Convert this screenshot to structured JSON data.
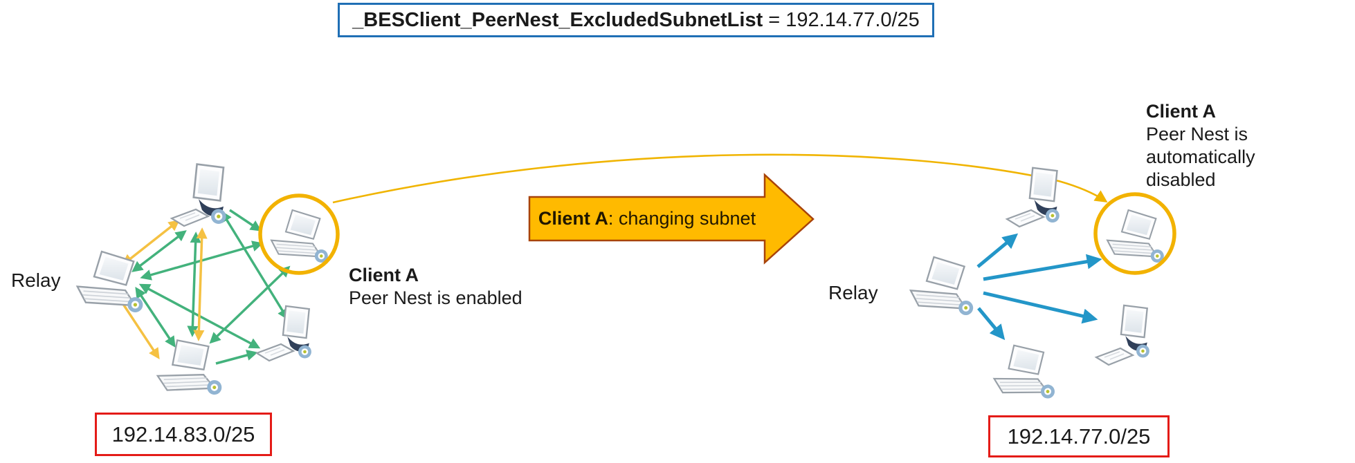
{
  "title": {
    "setting_name": "_BESClient_PeerNest_ExcludedSubnetList",
    "setting_value": " = 192.14.77.0/25",
    "border_color": "#1F6FB5"
  },
  "left_cluster": {
    "relay_label": "Relay",
    "client_title": "Client A",
    "client_subtitle": "Peer Nest is enabled",
    "subnet": "192.14.83.0/25",
    "peer_link_color": "#43B27C",
    "relay_link_color": "#F5C142"
  },
  "transition_arrow": {
    "label_bold": "Client A",
    "label_rest": ": changing subnet",
    "fill": "#FFBA00",
    "stroke": "#A8430A"
  },
  "subnet_change_curve": {
    "color": "#F0B400"
  },
  "right_cluster": {
    "relay_label": "Relay",
    "client_title": "Client A",
    "client_subtitle_line1": "Peer Nest is automatically",
    "client_subtitle_line2": "disabled",
    "subnet": "192.14.77.0/25",
    "relay_link_color": "#2396C8"
  },
  "colors": {
    "highlight_circle": "#F2B200",
    "subnet_box_border": "#E41B17",
    "green_mesh_arrow": "#43B27C",
    "yellow_mesh_arrow": "#F5C142",
    "blue_relay_arrow": "#2396C8"
  },
  "icons": {
    "laptop": "laptop-icon",
    "desktop": "desktop-icon",
    "keyboard": "keyboard-icon",
    "highlight": "highlight-circle"
  }
}
